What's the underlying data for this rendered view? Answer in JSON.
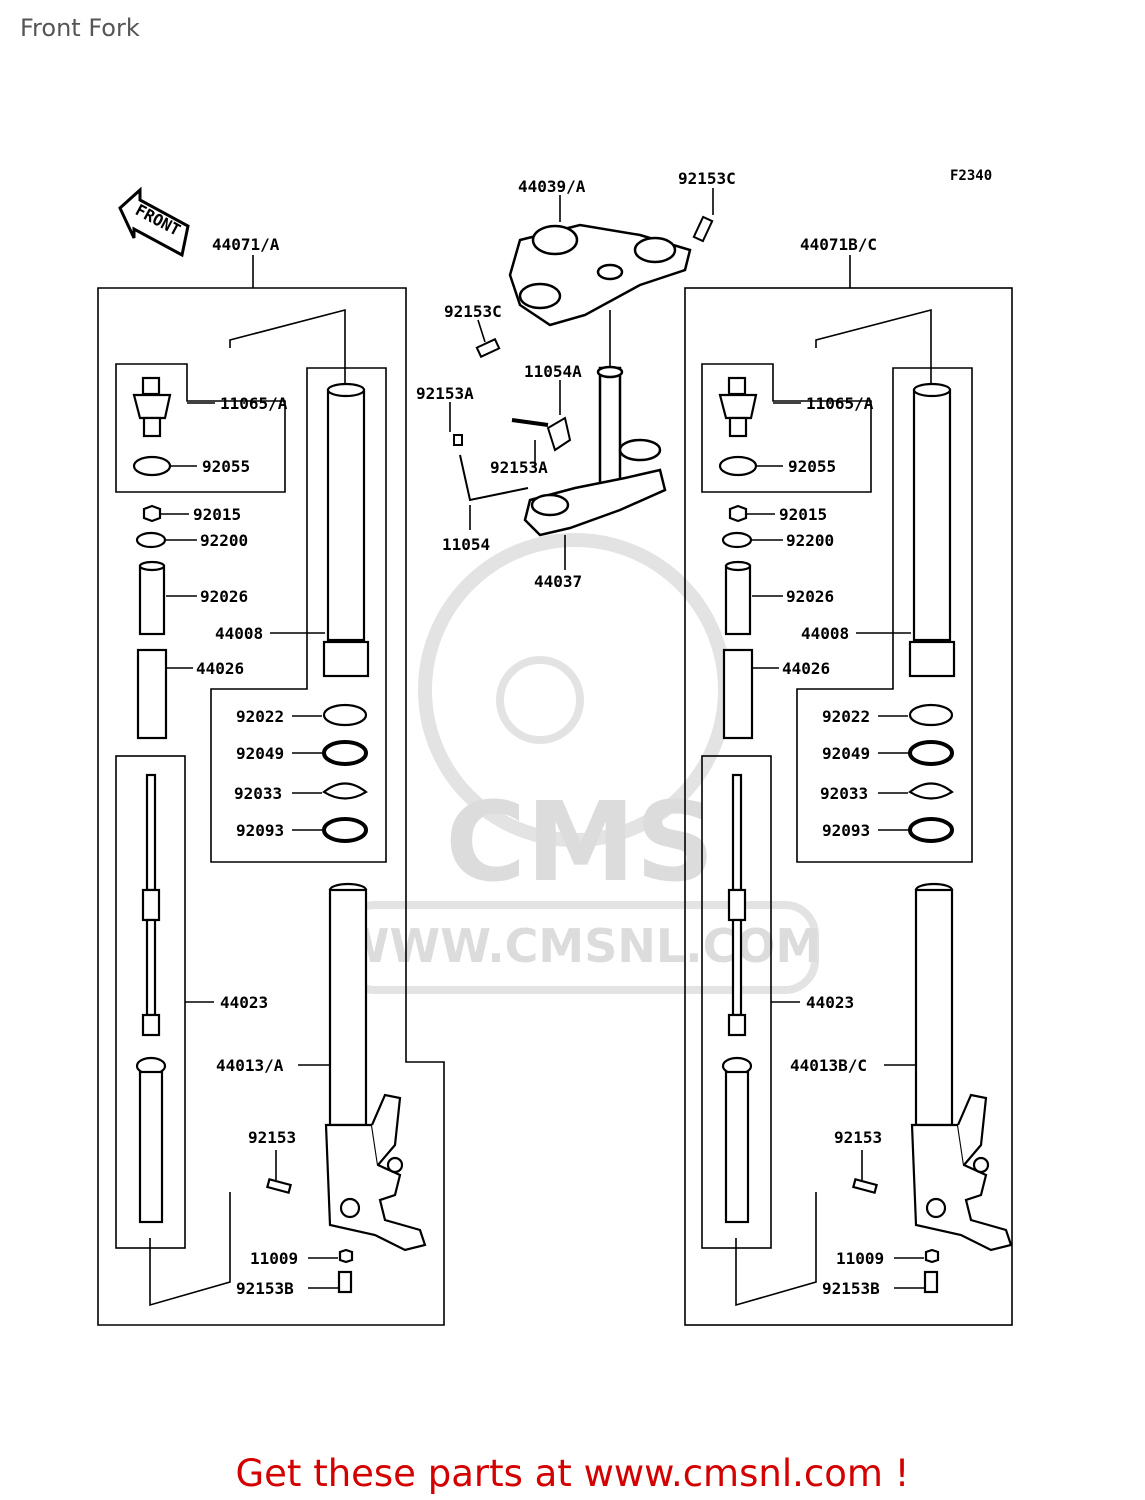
{
  "page_title": "Front Fork",
  "figure_code": "F2340",
  "front_arrow_label": "FRONT",
  "watermark": {
    "brand": "CMS",
    "url": "WWW.CMSNL.COM"
  },
  "footer_text": "Get these parts at www.cmsnl.com !",
  "center_labels": {
    "top_bracket": "44039/A",
    "bolt_top_right": "92153C",
    "bolt_top_left": "92153C",
    "clamp_upper": "11054A",
    "bolt_left": "92153A",
    "bolt_middle": "92153A",
    "clamp_lower": "11054",
    "stem_bracket": "44037"
  },
  "left_fork": {
    "assembly": "44071/A",
    "cap_assy": "11065/A",
    "o_ring": "92055",
    "nut": "92015",
    "washer": "92200",
    "collar": "92026",
    "outer_tube": "44008",
    "spring": "44026",
    "bushing": "92022",
    "oil_seal": "92049",
    "circlip": "92033",
    "dust_seal": "92093",
    "cylinder": "44023",
    "inner_tube": "44013/A",
    "bolt": "92153",
    "gasket": "11009",
    "bottom_bolt": "92153B"
  },
  "right_fork": {
    "assembly": "44071B/C",
    "cap_assy": "11065/A",
    "o_ring": "92055",
    "nut": "92015",
    "washer": "92200",
    "collar": "92026",
    "outer_tube": "44008",
    "spring": "44026",
    "bushing": "92022",
    "oil_seal": "92049",
    "circlip": "92033",
    "dust_seal": "92093",
    "cylinder": "44023",
    "inner_tube": "44013B/C",
    "bolt": "92153",
    "gasket": "11009",
    "bottom_bolt": "92153B"
  }
}
